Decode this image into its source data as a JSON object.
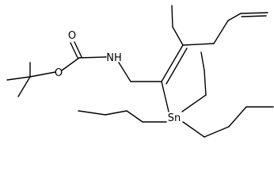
{
  "molecule": {
    "atom_labels": {
      "carbonyl_oxygen": "O",
      "ester_oxygen": "O",
      "amine_nitrogen": "NH",
      "tin": "Sn"
    },
    "colors": {
      "bond": "#000000",
      "label": "#000000",
      "background": "#ffffff"
    }
  }
}
